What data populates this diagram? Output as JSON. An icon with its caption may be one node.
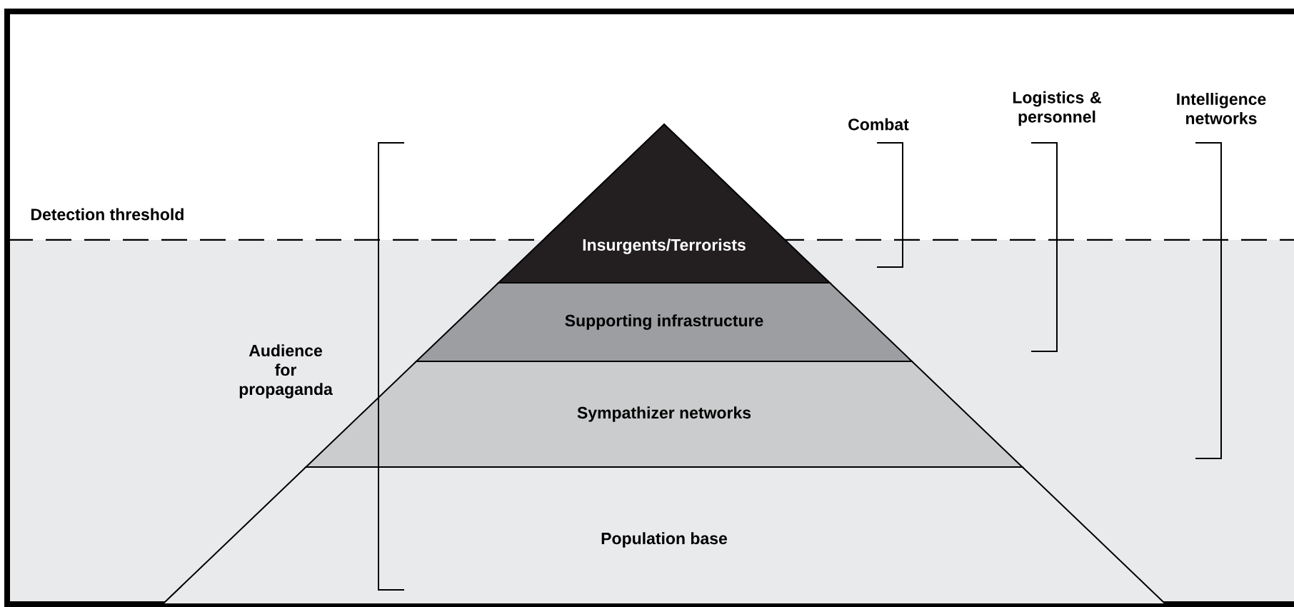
{
  "diagram": {
    "nodes": [
      {
        "text": [
          "Insurgents/Terrorists"
        ]
      },
      {
        "text": [
          "Supporting infrastructure"
        ]
      },
      {
        "text": [
          "Sympathizer networks"
        ]
      },
      {
        "text": [
          "Population base"
        ]
      }
    ],
    "labels": [
      "Detection threshold",
      "Audience for propaganda",
      "Combat",
      "Logistics & personnel",
      "Intelligence networks"
    ]
  }
}
